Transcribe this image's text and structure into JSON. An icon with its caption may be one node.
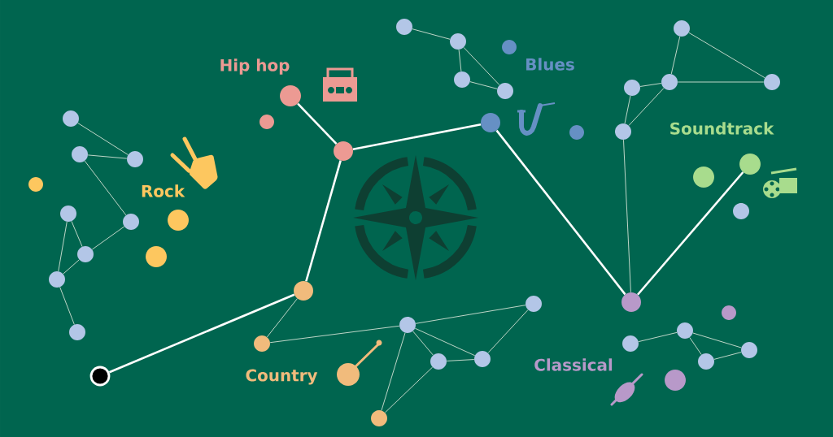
{
  "diagram": {
    "nodes": [
      {
        "text": [],
        "shape": "circle"
      },
      {
        "text": [],
        "shape": "circle"
      },
      {
        "text": [],
        "shape": "circle"
      },
      {
        "text": [],
        "shape": "circle"
      },
      {
        "text": [],
        "shape": "circle"
      },
      {
        "text": [],
        "shape": "circle"
      },
      {
        "text": [],
        "shape": "circle"
      },
      {
        "text": [],
        "shape": "circle"
      },
      {
        "text": [],
        "shape": "circle"
      },
      {
        "text": [],
        "shape": "circle"
      },
      {
        "text": [],
        "shape": "circle"
      },
      {
        "text": [],
        "shape": "circle"
      },
      {
        "text": [],
        "shape": "circle"
      },
      {
        "text": [],
        "shape": "circle"
      },
      {
        "text": [],
        "shape": "circle"
      },
      {
        "text": [],
        "shape": "circle"
      },
      {
        "text": [],
        "shape": "circle"
      },
      {
        "text": [],
        "shape": "circle"
      },
      {
        "text": [],
        "shape": "circle"
      },
      {
        "text": [],
        "shape": "circle"
      },
      {
        "text": [],
        "shape": "circle"
      },
      {
        "text": [],
        "shape": "circle"
      },
      {
        "text": [],
        "shape": "circle"
      },
      {
        "text": [],
        "shape": "circle"
      },
      {
        "text": [],
        "shape": "circle"
      },
      {
        "text": [],
        "shape": "circle"
      },
      {
        "text": [],
        "shape": "circle"
      },
      {
        "text": [],
        "shape": "circle"
      },
      {
        "text": [],
        "shape": "circle"
      },
      {
        "text": [],
        "shape": "circle"
      },
      {
        "text": [],
        "shape": "circle"
      },
      {
        "text": [],
        "shape": "circle"
      },
      {
        "text": [],
        "shape": "circle"
      },
      {
        "text": [],
        "shape": "circle"
      },
      {
        "text": [],
        "shape": "circle"
      },
      {
        "text": [],
        "shape": "circle"
      },
      {
        "text": [],
        "shape": "circle"
      },
      {
        "text": [],
        "shape": "circle"
      },
      {
        "text": [],
        "shape": "circle"
      },
      {
        "text": [],
        "shape": "circle"
      },
      {
        "text": [],
        "shape": "circle"
      },
      {
        "text": [],
        "shape": "circle"
      },
      {
        "text": [],
        "shape": "circle"
      },
      {
        "text": [],
        "shape": "circle"
      }
    ],
    "edges": [
      {
        "from": 0,
        "to": 1,
        "arrow": "none",
        "style": "thick",
        "color": "#ffffff"
      },
      {
        "from": 1,
        "to": 2,
        "arrow": "none",
        "style": "thick",
        "color": "#ffffff"
      },
      {
        "from": 2,
        "to": 3,
        "arrow": "none",
        "style": "thick",
        "color": "#ffffff"
      },
      {
        "from": 2,
        "to": 5,
        "arrow": "none",
        "style": "thick",
        "color": "#ffffff"
      },
      {
        "from": 5,
        "to": 6,
        "arrow": "none",
        "style": "thick",
        "color": "#ffffff"
      },
      {
        "from": 6,
        "to": 7,
        "arrow": "none",
        "style": "thick",
        "color": "#ffffff"
      },
      {
        "from": 8,
        "to": 10,
        "arrow": "none"
      },
      {
        "from": 9,
        "to": 10,
        "arrow": "none"
      },
      {
        "from": 9,
        "to": 11,
        "arrow": "none"
      },
      {
        "from": 12,
        "to": 13,
        "arrow": "none"
      },
      {
        "from": 12,
        "to": 14,
        "arrow": "none"
      },
      {
        "from": 11,
        "to": 13,
        "arrow": "none"
      },
      {
        "from": 13,
        "to": 14,
        "arrow": "none"
      },
      {
        "from": 14,
        "to": 15,
        "arrow": "none"
      },
      {
        "from": 19,
        "to": 20,
        "arrow": "none"
      },
      {
        "from": 20,
        "to": 21,
        "arrow": "none"
      },
      {
        "from": 20,
        "to": 22,
        "arrow": "none"
      },
      {
        "from": 21,
        "to": 22,
        "arrow": "none"
      },
      {
        "from": 25,
        "to": 27,
        "arrow": "none"
      },
      {
        "from": 25,
        "to": 28,
        "arrow": "none"
      },
      {
        "from": 27,
        "to": 28,
        "arrow": "none"
      },
      {
        "from": 26,
        "to": 27,
        "arrow": "none"
      },
      {
        "from": 26,
        "to": 29,
        "arrow": "none"
      },
      {
        "from": 27,
        "to": 29,
        "arrow": "none"
      },
      {
        "from": 29,
        "to": 6,
        "arrow": "none"
      },
      {
        "from": 1,
        "to": 32,
        "arrow": "none"
      },
      {
        "from": 32,
        "to": 34,
        "arrow": "none"
      },
      {
        "from": 34,
        "to": 37,
        "arrow": "none"
      },
      {
        "from": 34,
        "to": 35,
        "arrow": "none"
      },
      {
        "from": 34,
        "to": 36,
        "arrow": "none"
      },
      {
        "from": 35,
        "to": 36,
        "arrow": "none"
      },
      {
        "from": 36,
        "to": 37,
        "arrow": "none"
      },
      {
        "from": 34,
        "to": 33,
        "arrow": "none"
      },
      {
        "from": 35,
        "to": 33,
        "arrow": "none"
      },
      {
        "from": 40,
        "to": 41,
        "arrow": "none"
      },
      {
        "from": 41,
        "to": 42,
        "arrow": "none"
      },
      {
        "from": 41,
        "to": 43,
        "arrow": "none"
      },
      {
        "from": 42,
        "to": 43,
        "arrow": "none"
      }
    ],
    "labels": [
      "Hip hop",
      "Blues",
      "Soundtrack",
      "Rock",
      "Country",
      "Classical"
    ]
  }
}
